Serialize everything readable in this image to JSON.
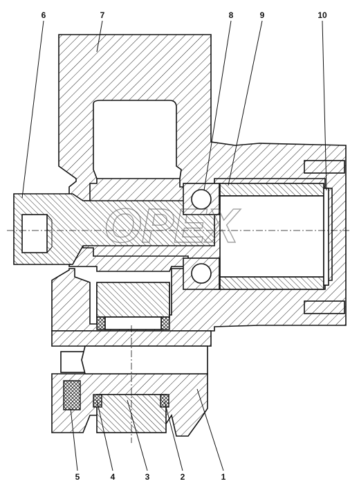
{
  "callouts": [
    {
      "id": "1",
      "label": "1"
    },
    {
      "id": "2",
      "label": "2"
    },
    {
      "id": "3",
      "label": "3"
    },
    {
      "id": "4",
      "label": "4"
    },
    {
      "id": "5",
      "label": "5"
    },
    {
      "id": "6",
      "label": "6"
    },
    {
      "id": "7",
      "label": "7"
    },
    {
      "id": "8",
      "label": "8"
    },
    {
      "id": "9",
      "label": "9"
    },
    {
      "id": "10",
      "label": "10"
    }
  ],
  "watermark": "OPEX",
  "colors": {
    "line": "#111111",
    "background": "#ffffff"
  }
}
